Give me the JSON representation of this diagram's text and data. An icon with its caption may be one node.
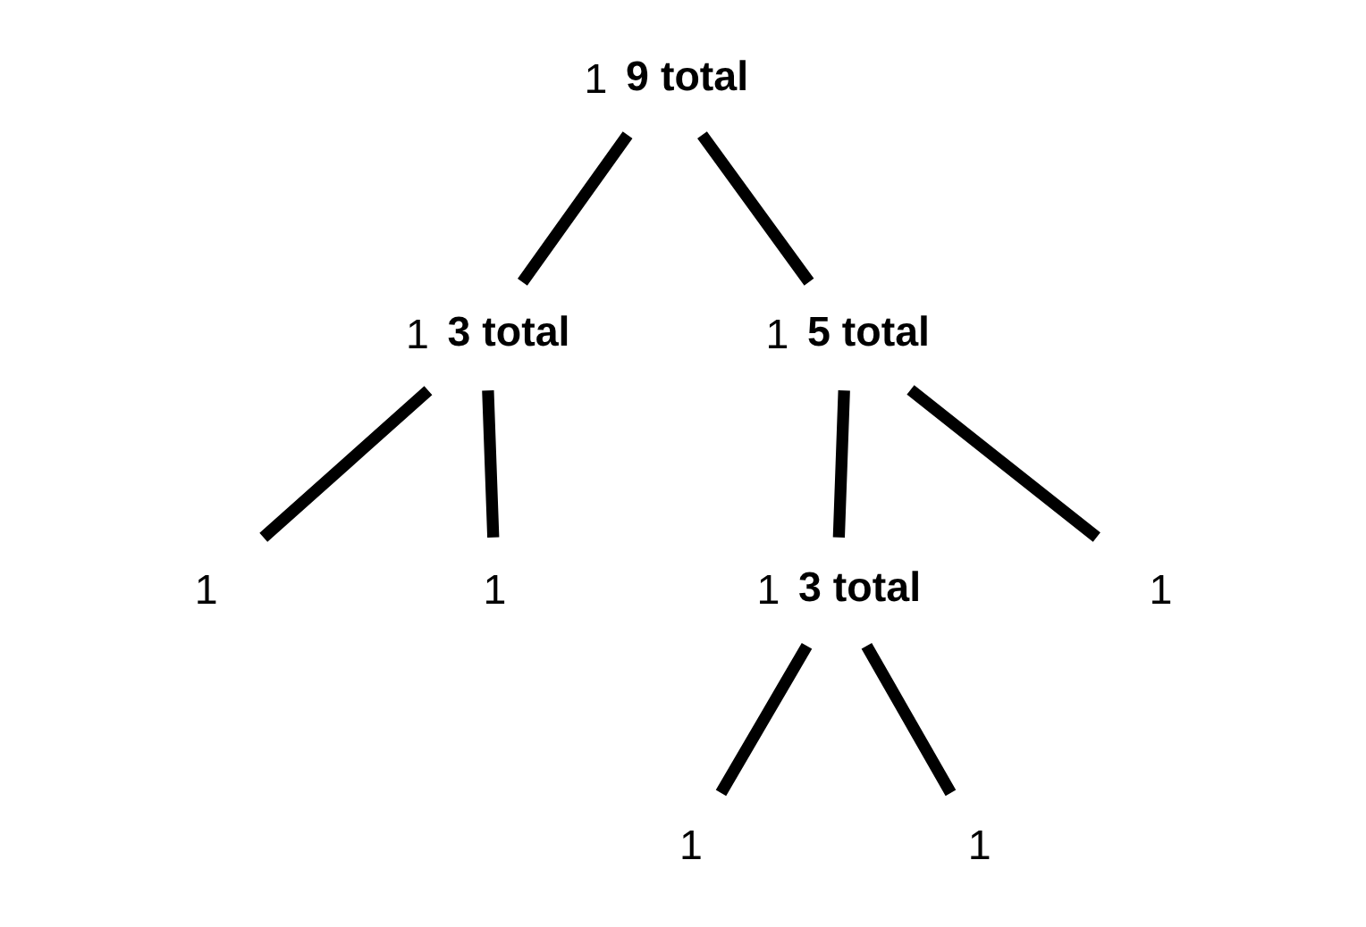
{
  "diagram": {
    "nodes": [
      {
        "text": [
          "1"
        ],
        "beside": [
          "9 total"
        ]
      },
      {
        "text": [
          "1"
        ],
        "beside": [
          "3 total"
        ]
      },
      {
        "text": [
          "1"
        ],
        "beside": [
          "5 total"
        ]
      },
      {
        "text": [
          "1"
        ]
      },
      {
        "text": [
          "1"
        ]
      },
      {
        "text": [
          "1"
        ],
        "beside": [
          "3 total"
        ]
      },
      {
        "text": [
          "1"
        ]
      },
      {
        "text": [
          "1"
        ]
      },
      {
        "text": [
          "1"
        ]
      }
    ],
    "edges": [
      {
        "from": 0,
        "to": 1,
        "arrow": "none"
      },
      {
        "from": 0,
        "to": 2,
        "arrow": "none"
      },
      {
        "from": 1,
        "to": 3,
        "arrow": "none"
      },
      {
        "from": 1,
        "to": 4,
        "arrow": "none"
      },
      {
        "from": 2,
        "to": 5,
        "arrow": "none"
      },
      {
        "from": 2,
        "to": 6,
        "arrow": "none"
      },
      {
        "from": 5,
        "to": 7,
        "arrow": "none"
      },
      {
        "from": 5,
        "to": 8,
        "arrow": "none"
      }
    ]
  }
}
